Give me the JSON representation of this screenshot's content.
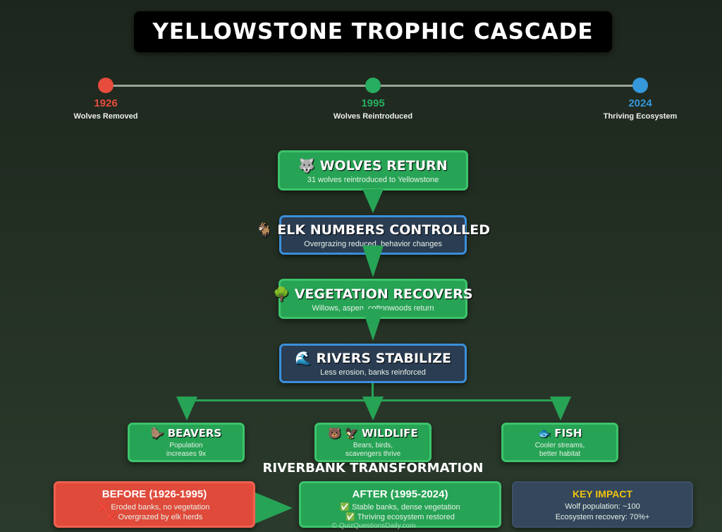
{
  "title": "YELLOWSTONE TROPHIC CASCADE",
  "timeline": [
    {
      "year": "1926",
      "label": "Wolves Removed",
      "color": "#e74c3c"
    },
    {
      "year": "1995",
      "label": "Wolves Reintroduced",
      "color": "#27ae60"
    },
    {
      "year": "2024",
      "label": "Thriving Ecosystem",
      "color": "#3498db"
    }
  ],
  "cascade": [
    {
      "icon": "🐺",
      "title": "WOLVES RETURN",
      "desc": "31 wolves reintroduced to Yellowstone"
    },
    {
      "icon": "🐐",
      "title": "ELK NUMBERS CONTROLLED",
      "desc": "Overgrazing reduced, behavior changes"
    },
    {
      "icon": "🌳",
      "title": "VEGETATION RECOVERS",
      "desc": "Willows, aspen, cottonwoods return"
    },
    {
      "icon": "🌊",
      "title": "RIVERS STABILIZE",
      "desc": "Less erosion, banks reinforced"
    }
  ],
  "effects": [
    {
      "icon": "🦫",
      "title": "BEAVERS",
      "desc": "Population increases 9x"
    },
    {
      "icon": "🐻 🦅",
      "title": "WILDLIFE",
      "desc": "Bears, birds, scavengers thrive"
    },
    {
      "icon": "🐟",
      "title": "FISH",
      "desc": "Cooler streams, better habitat"
    }
  ],
  "riverbank": {
    "heading": "RIVERBANK TRANSFORMATION",
    "before": {
      "title": "BEFORE (1926-1995)",
      "items": [
        "❌ Eroded banks, no vegetation",
        "❌ Overgrazed by elk herds"
      ]
    },
    "after": {
      "title": "AFTER (1995-2024)",
      "items": [
        "✅ Stable banks, dense vegetation",
        "✅ Thriving ecosystem restored"
      ]
    },
    "impact": {
      "title": "KEY IMPACT",
      "items": [
        "Wolf population: ~100",
        "Ecosystem recovery: 70%+"
      ],
      "title_color": "#f1c40f"
    }
  },
  "watermark": "© QuizQuestionsDaily.com"
}
